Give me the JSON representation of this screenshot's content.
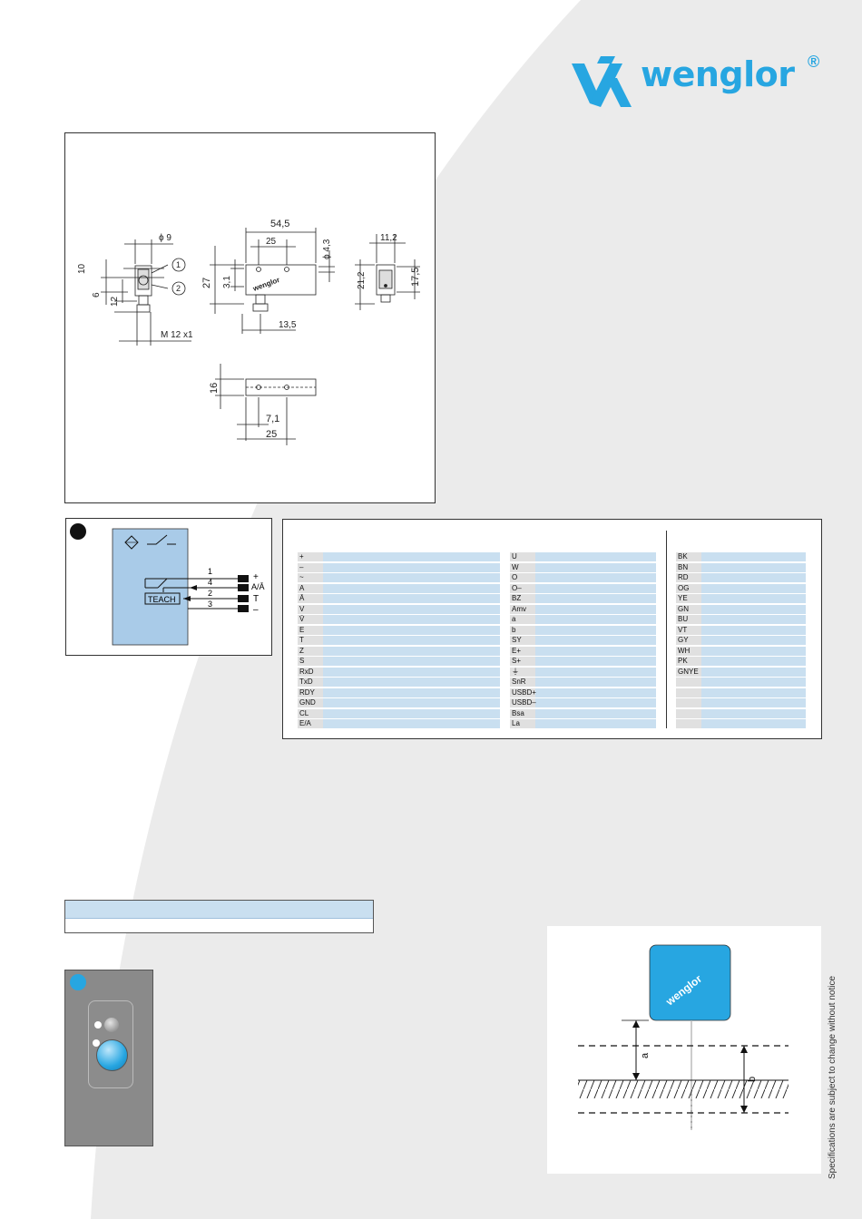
{
  "brand": {
    "logo_text": "wenglor",
    "logo_reg": "®",
    "accent": "#27a6e1"
  },
  "dimensions": {
    "front_view": {
      "phi9": "ϕ 9",
      "d10": "10",
      "d6": "6",
      "d12": "12",
      "thread": "M 12 x1",
      "callout1": "1",
      "callout2": "2"
    },
    "side_view": {
      "d545": "54,5",
      "d25": "25",
      "phi43": "ϕ 4,3",
      "d27": "27",
      "d31": "3,1",
      "d135": "13,5",
      "housing_text": "wenglor"
    },
    "end_view": {
      "d112": "11,2",
      "d212": "21,2",
      "d175": "17,5"
    },
    "top_view": {
      "d16": "16",
      "d71": "7,1",
      "d25": "25"
    }
  },
  "wiring": {
    "pins": [
      {
        "num": "1",
        "label": "+"
      },
      {
        "num": "4",
        "label": "A/Ā"
      },
      {
        "num": "2",
        "label": "T"
      },
      {
        "num": "3",
        "label": "–"
      }
    ],
    "teach_label": "TEACH"
  },
  "legend": {
    "col1": [
      "+",
      "–",
      "~",
      "A",
      "Ā",
      "V",
      "V̄",
      "E",
      "T",
      "Z",
      "S",
      "RxD",
      "TxD",
      "RDY",
      "GND",
      "CL",
      "E/A"
    ],
    "col2": [
      "U",
      "W",
      "O",
      "O–",
      "BZ",
      "Amv",
      "a",
      "b",
      "SY",
      "E+",
      "S+",
      "⏚",
      "SnR",
      "USBD+",
      "USBD–",
      "Bsa",
      "La"
    ],
    "col3": [
      "BK",
      "BN",
      "RD",
      "OG",
      "YE",
      "GN",
      "BU",
      "VT",
      "GY",
      "WH",
      "PK",
      "GNYE",
      "",
      "",
      "",
      "",
      ""
    ]
  },
  "sensing_diagram": {
    "housing_text": "wenglor",
    "label_a": "a",
    "label_b": "b"
  },
  "footer_note": "Specifications are subject to change without notice"
}
